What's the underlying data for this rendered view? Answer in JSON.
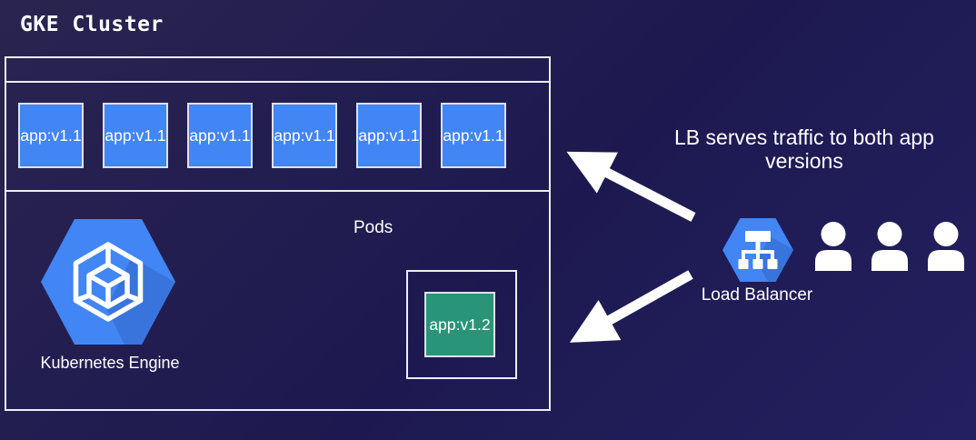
{
  "title": "GKE Cluster",
  "cluster": {
    "pods_v1": [
      "app:v1.1",
      "app:v1.1",
      "app:v1.1",
      "app:v1.1",
      "app:v1.1",
      "app:v1.1"
    ],
    "pods_label": "Pods",
    "kubernetes_engine_label": "Kubernetes Engine",
    "pod_v2": "app:v1.2"
  },
  "annotation": {
    "line1": "LB serves traffic to both app",
    "line2": "versions"
  },
  "load_balancer_label": "Load Balancer",
  "icons": {
    "kubernetes_engine": "kubernetes-engine-icon",
    "load_balancer": "load-balancer-icon",
    "user": "user-icon",
    "arrow": "arrow-icon"
  },
  "colors": {
    "background": "#1d1950",
    "pod_blue": "#4285f4",
    "pod_green": "#2a9479",
    "outline": "#eceef5",
    "arrow": "#ffffff"
  },
  "users_count": 3
}
